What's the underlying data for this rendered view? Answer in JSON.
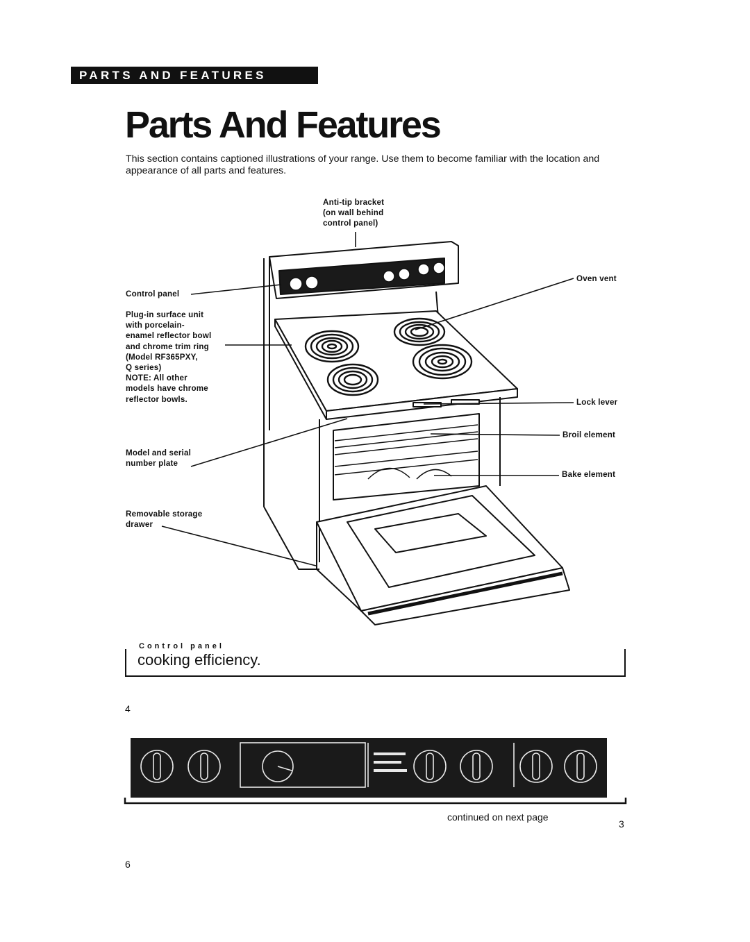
{
  "header": {
    "section_band": "PARTS AND FEATURES"
  },
  "title": "Parts And Features",
  "intro": "This section contains captioned illustrations of your range. Use them to become familiar with the location and appearance of all parts and features.",
  "callouts": {
    "anti_tip": "Anti-tip bracket\n(on wall behind\ncontrol panel)",
    "control_panel": "Control panel",
    "surface_unit": "Plug-in surface unit\nwith porcelain-\nenamel reflector bowl\nand chrome trim ring\n(Model RF365PXY,\nQ series)\nNOTE: All other\nmodels have chrome\nreflector bowls.",
    "model_plate": "Model and serial\nnumber plate",
    "storage_drawer": "Removable storage\ndrawer",
    "oven_vent": "Oven vent",
    "lock_lever": "Lock lever",
    "broil_element": "Broil element",
    "bake_element": "Bake element"
  },
  "section_heading": {
    "text": "cooking efficiency.",
    "overlap_fragment": "Control panel"
  },
  "page_numbers": {
    "top": "4",
    "right": "3",
    "bottom": "6"
  },
  "footer": {
    "continued": "continued on next page"
  },
  "colors": {
    "ink": "#111111",
    "paper": "#ffffff",
    "panel": "#1a1a1a"
  }
}
